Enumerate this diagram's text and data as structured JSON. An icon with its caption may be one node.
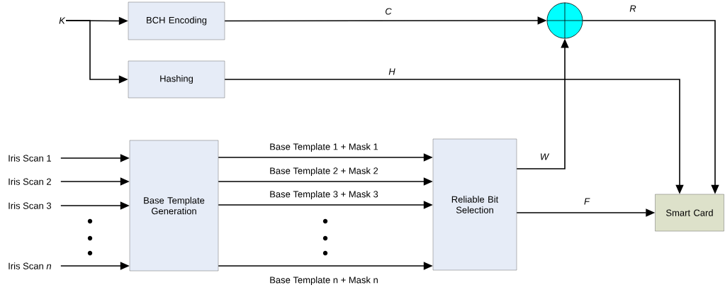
{
  "diagram": {
    "nodes": [
      {
        "text": [
          "K"
        ]
      },
      {
        "text": [
          "BCH Encoding"
        ]
      },
      {
        "text": [
          "Hashing"
        ]
      },
      {
        "text": [],
        "shape": "circle"
      },
      {
        "text": [
          "Smart Card"
        ]
      },
      {
        "text": [
          "Iris Scan 1"
        ]
      },
      {
        "text": [
          "Iris Scan 2"
        ]
      },
      {
        "text": [
          "Iris Scan 3"
        ]
      },
      {
        "text": [
          "Iris Scan *n*"
        ]
      },
      {
        "text": [
          "Base Template Generation"
        ]
      },
      {
        "text": [
          "Reliable Bit Selection"
        ]
      }
    ],
    "edges": [
      {
        "from": 0,
        "to": 1,
        "arrow": "to"
      },
      {
        "from": 0,
        "to": 2,
        "arrow": "to"
      },
      {
        "from": 1,
        "to": 3,
        "arrow": "to",
        "label": "C"
      },
      {
        "from": 2,
        "to": 4,
        "arrow": "to",
        "label": "H"
      },
      {
        "from": 3,
        "to": 4,
        "arrow": "to",
        "label": "R"
      },
      {
        "from": 5,
        "to": 9,
        "arrow": "to"
      },
      {
        "from": 6,
        "to": 9,
        "arrow": "to"
      },
      {
        "from": 7,
        "to": 9,
        "arrow": "to"
      },
      {
        "from": 8,
        "to": 9,
        "arrow": "to"
      },
      {
        "from": 9,
        "to": 10,
        "arrow": "to",
        "label": "Base Template 1 + Mask 1"
      },
      {
        "from": 9,
        "to": 10,
        "arrow": "to",
        "label": "Base Template 2 + Mask 2"
      },
      {
        "from": 9,
        "to": 10,
        "arrow": "to",
        "label": "Base Template 3 + Mask 3"
      },
      {
        "from": 9,
        "to": 10,
        "arrow": "to",
        "label": "Base Template n + Mask n"
      },
      {
        "from": 10,
        "to": 3,
        "arrow": "to",
        "label": "W"
      },
      {
        "from": 10,
        "to": 4,
        "arrow": "to",
        "label": "F"
      }
    ]
  }
}
